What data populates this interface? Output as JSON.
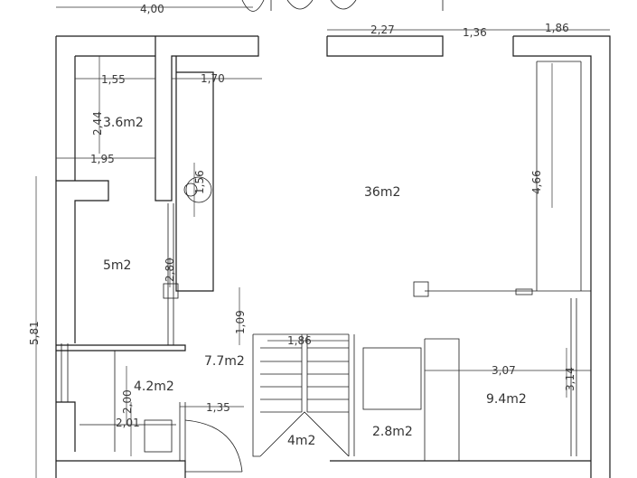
{
  "dimensions": {
    "top_width": "4,00",
    "window_a": "2,27",
    "window_gap": "1,36",
    "window_b": "1,86",
    "left_room_width": "1,55",
    "hall_width": "1,70",
    "left_room_height": "2,44",
    "left_width_2": "1,95",
    "column_height": "1,56",
    "living_height": "4,66",
    "left_total_height": "5,81",
    "corridor_height": "2,80",
    "step_height": "1,09",
    "stair_width": "1,86",
    "right_room_width": "3,07",
    "right_room_height": "3,14",
    "bath_height": "2,00",
    "bath_width": "2,01",
    "door_width": "1,35"
  },
  "areas": {
    "left_top": "3.6m2",
    "living": "36m2",
    "left_mid": "5m2",
    "stair_landing": "7.7m2",
    "bath": "4.2m2",
    "right_room": "9.4m2",
    "small_room": "2.8m2",
    "stairs": "4m2"
  }
}
